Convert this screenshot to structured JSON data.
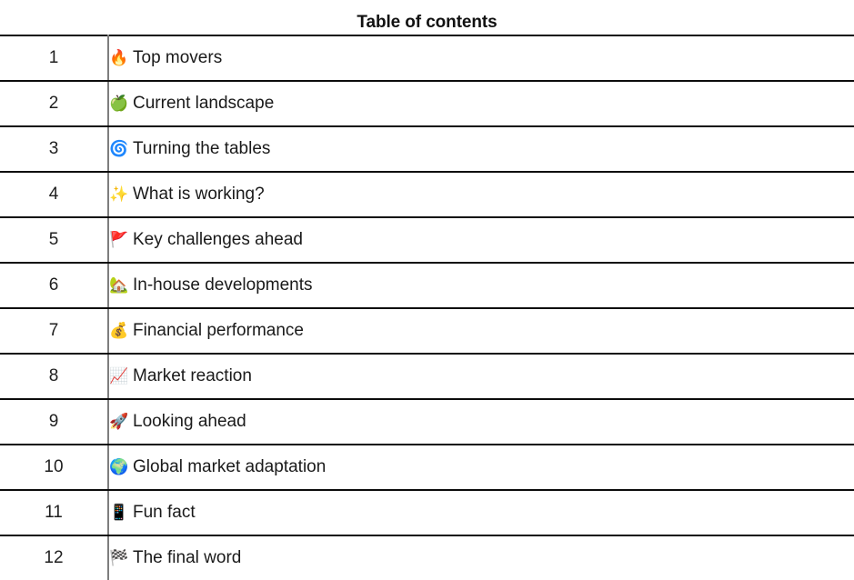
{
  "document": {
    "title": "Table of contents"
  },
  "table": {
    "rows": [
      {
        "number": "1",
        "emoji": "🔥",
        "emoji_name": "fire-emoji",
        "label": "Top movers"
      },
      {
        "number": "2",
        "emoji": "🍏",
        "emoji_name": "green-apple-emoji",
        "label": "Current landscape"
      },
      {
        "number": "3",
        "emoji": "🌀",
        "emoji_name": "cyclone-emoji",
        "label": "Turning the tables"
      },
      {
        "number": "4",
        "emoji": "✨",
        "emoji_name": "sparkles-emoji",
        "label": "What is working?"
      },
      {
        "number": "5",
        "emoji": "🚩",
        "emoji_name": "triangular-flag-emoji",
        "label": "Key challenges ahead"
      },
      {
        "number": "6",
        "emoji": "🏡",
        "emoji_name": "house-with-garden-emoji",
        "label": "In-house developments"
      },
      {
        "number": "7",
        "emoji": "💰",
        "emoji_name": "money-bag-emoji",
        "label": "Financial performance"
      },
      {
        "number": "8",
        "emoji": "📈",
        "emoji_name": "chart-increasing-emoji",
        "label": "Market reaction"
      },
      {
        "number": "9",
        "emoji": "🚀",
        "emoji_name": "rocket-emoji",
        "label": "Looking ahead"
      },
      {
        "number": "10",
        "emoji": "🌍",
        "emoji_name": "globe-europe-africa-emoji",
        "label": "Global market adaptation"
      },
      {
        "number": "11",
        "emoji": "📱",
        "emoji_name": "mobile-phone-emoji",
        "label": "Fun fact"
      },
      {
        "number": "12",
        "emoji": "🏁",
        "emoji_name": "chequered-flag-emoji",
        "label": "The final word"
      }
    ]
  },
  "colors": {
    "text": "#1a1a1a",
    "rule": "#0c0c0c",
    "column_divider": "#7d7d7d",
    "background": "#ffffff"
  }
}
